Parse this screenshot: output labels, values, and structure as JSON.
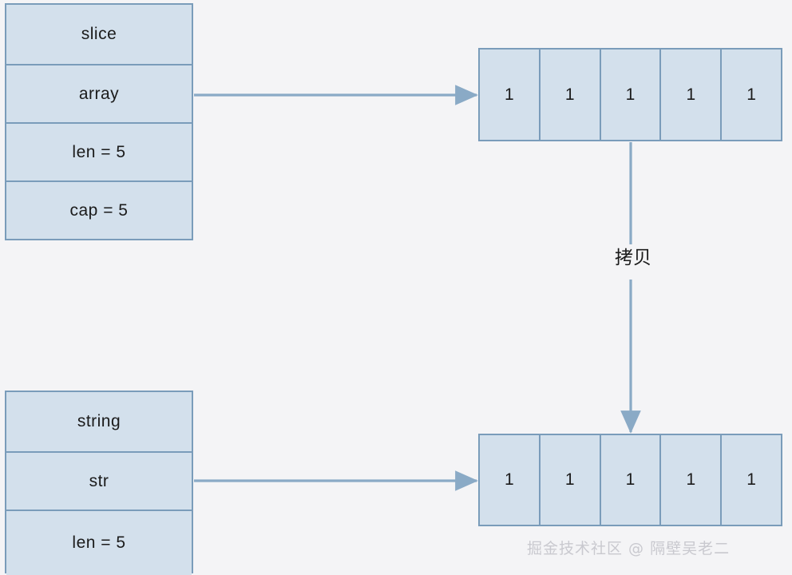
{
  "theme": {
    "background": "#f4f4f6",
    "box_fill": "#d3e0ec",
    "box_border": "#7a9cba",
    "connector": "#8aaac6",
    "text": "#1b1b1b",
    "watermark_text": "#c9c9cf"
  },
  "slice_struct": {
    "name": "slice-struct",
    "cells": [
      {
        "label": "slice"
      },
      {
        "label": "array"
      },
      {
        "label": "len = 5"
      },
      {
        "label": "cap = 5"
      }
    ]
  },
  "string_struct": {
    "name": "string-struct",
    "cells": [
      {
        "label": "string"
      },
      {
        "label": "str"
      },
      {
        "label": "len = 5"
      }
    ]
  },
  "slice_backing_array": {
    "name": "slice-backing-array",
    "cells": [
      "1",
      "1",
      "1",
      "1",
      "1"
    ]
  },
  "string_backing_array": {
    "name": "string-backing-array",
    "cells": [
      "1",
      "1",
      "1",
      "1",
      "1"
    ]
  },
  "edges": {
    "slice_to_array": {
      "label": ""
    },
    "string_to_array": {
      "label": ""
    },
    "copy": {
      "label": "拷贝"
    }
  },
  "watermark": {
    "text": "掘金技术社区 @ 隔壁吴老二"
  }
}
